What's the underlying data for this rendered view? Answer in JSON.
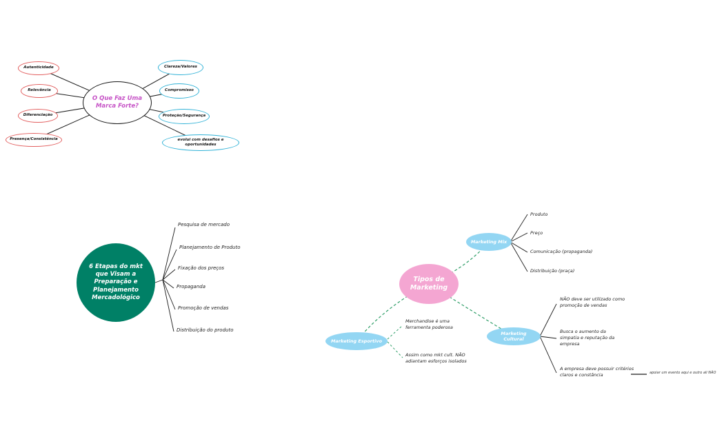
{
  "maps": {
    "brand": {
      "center": "O Que Faz Uma Marca Forte?",
      "left": [
        "Autenticidade",
        "Relevância",
        "Diferenciação",
        "Presença/Consistência"
      ],
      "right": [
        "Clareza/Valores",
        "Compromisso",
        "Proteção/Segurança",
        "evolui com desafios e oportunidades"
      ]
    },
    "etapas": {
      "center": "6 Etapas do mkt que Visam a Preparação e Planejamento Mercadológico",
      "items": [
        "Pesquisa de mercado",
        "Planejamento de Produto",
        "Fixação dos preços",
        "Propaganda",
        "Promoção de vendas",
        "Distribuição do produto"
      ]
    },
    "tipos": {
      "center": "Tipos de Marketing",
      "branches": [
        {
          "label": "Marketing Mix",
          "children": [
            "Produto",
            "Preço",
            "Comunicação (propaganda)",
            "Distribuição (praça)"
          ]
        },
        {
          "label": "Marketing Esportivo",
          "children": [
            "Merchandise é uma ferramenta poderosa",
            "Assim como mkt cult. NÃO adiantam esforços isolados"
          ]
        },
        {
          "label": "Marketing Cultural",
          "children": [
            "NÃO deve ser utilizado como promoção de vendas",
            "Busca o aumento da simpatia e reputação da empresa",
            "A empresa deve possuir critérios claros e constância"
          ]
        }
      ],
      "note": "apoiar um evento aqui e outro ali NÃO"
    }
  },
  "colors": {
    "canvas_bg": "#ffffff",
    "brand_left_border": "#e25d5d",
    "brand_right_border": "#2fb1d6",
    "brand_center_border": "#141414",
    "brand_center_text": "#c653c6",
    "etapas_fill": "#008066",
    "tipos_fill": "#f4a6d2",
    "tipos_branch_fill": "#93d6f3",
    "tipos_link": "#2f9e68",
    "connector": "#1a1a1a"
  }
}
